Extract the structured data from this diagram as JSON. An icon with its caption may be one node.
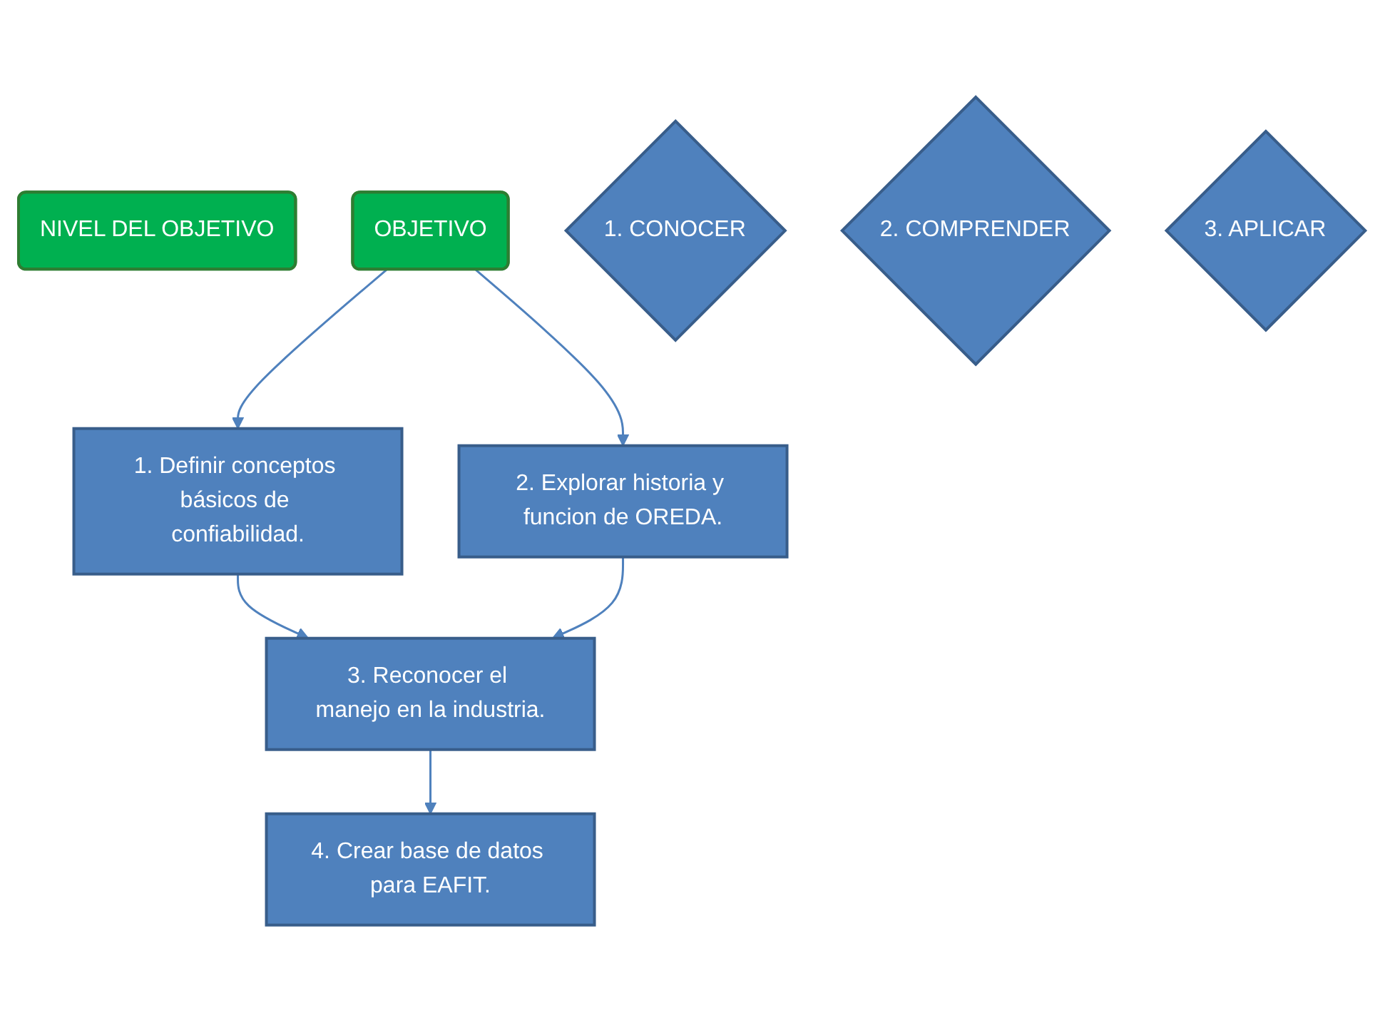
{
  "diagram": {
    "nodes": [
      {
        "text": [
          "NIVEL DEL OBJETIVO"
        ]
      },
      {
        "text": [
          "OBJETIVO"
        ]
      },
      {
        "text": [
          "1. CONOCER"
        ]
      },
      {
        "text": [
          "1. Definir conceptos básicos de confiabilidad."
        ]
      },
      {
        "text": [
          "2. Explorar historia y funcion de OREDA."
        ]
      },
      {
        "text": [
          "2. COMPRENDER"
        ]
      },
      {
        "text": [
          "3. Reconocer el manejo en la industria."
        ]
      },
      {
        "text": [
          "3. APLICAR"
        ]
      },
      {
        "text": [
          "4. Crear base de datos para EAFIT."
        ]
      }
    ],
    "edges": [
      {
        "from": 1,
        "to": 3,
        "arrow": "to"
      },
      {
        "from": 1,
        "to": 4,
        "arrow": "to"
      },
      {
        "from": 3,
        "to": 6,
        "arrow": "to"
      },
      {
        "from": 4,
        "to": 6,
        "arrow": "to"
      },
      {
        "from": 6,
        "to": 8,
        "arrow": "to"
      }
    ]
  }
}
